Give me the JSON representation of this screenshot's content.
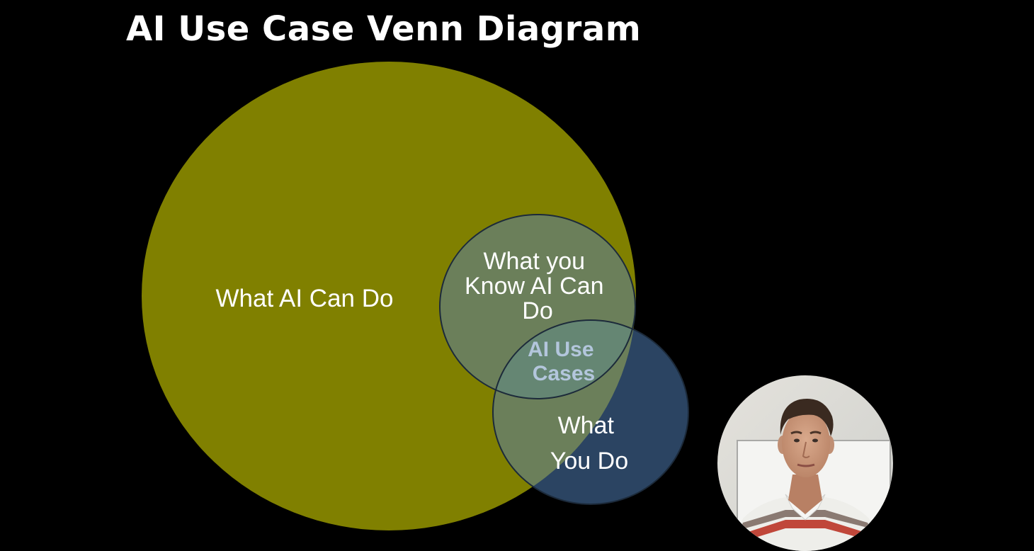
{
  "slide": {
    "title": "AI Use Case Venn Diagram"
  },
  "venn": {
    "circles": [
      {
        "id": "what-ai-can-do",
        "lines": [
          "What AI Can Do"
        ],
        "fill": "#808000",
        "text_color": "#ffffff"
      },
      {
        "id": "what-you-know-ai-can-do",
        "lines": [
          "What you",
          "Know AI Can",
          "Do"
        ],
        "fill": "#6b7f5a",
        "text_color": "#ffffff"
      },
      {
        "id": "what-you-do",
        "lines": [
          "What",
          "You Do"
        ],
        "fill": "#2b4462",
        "text_color": "#ffffff"
      }
    ],
    "intersection": {
      "lines": [
        "AI Use",
        "Cases"
      ],
      "text_color": "#b3c6dc"
    }
  },
  "colors": {
    "background": "#000000",
    "title": "#ffffff",
    "outline": "#1c2a3a"
  },
  "presenter": {
    "icon": "presenter-webcam-photo"
  }
}
